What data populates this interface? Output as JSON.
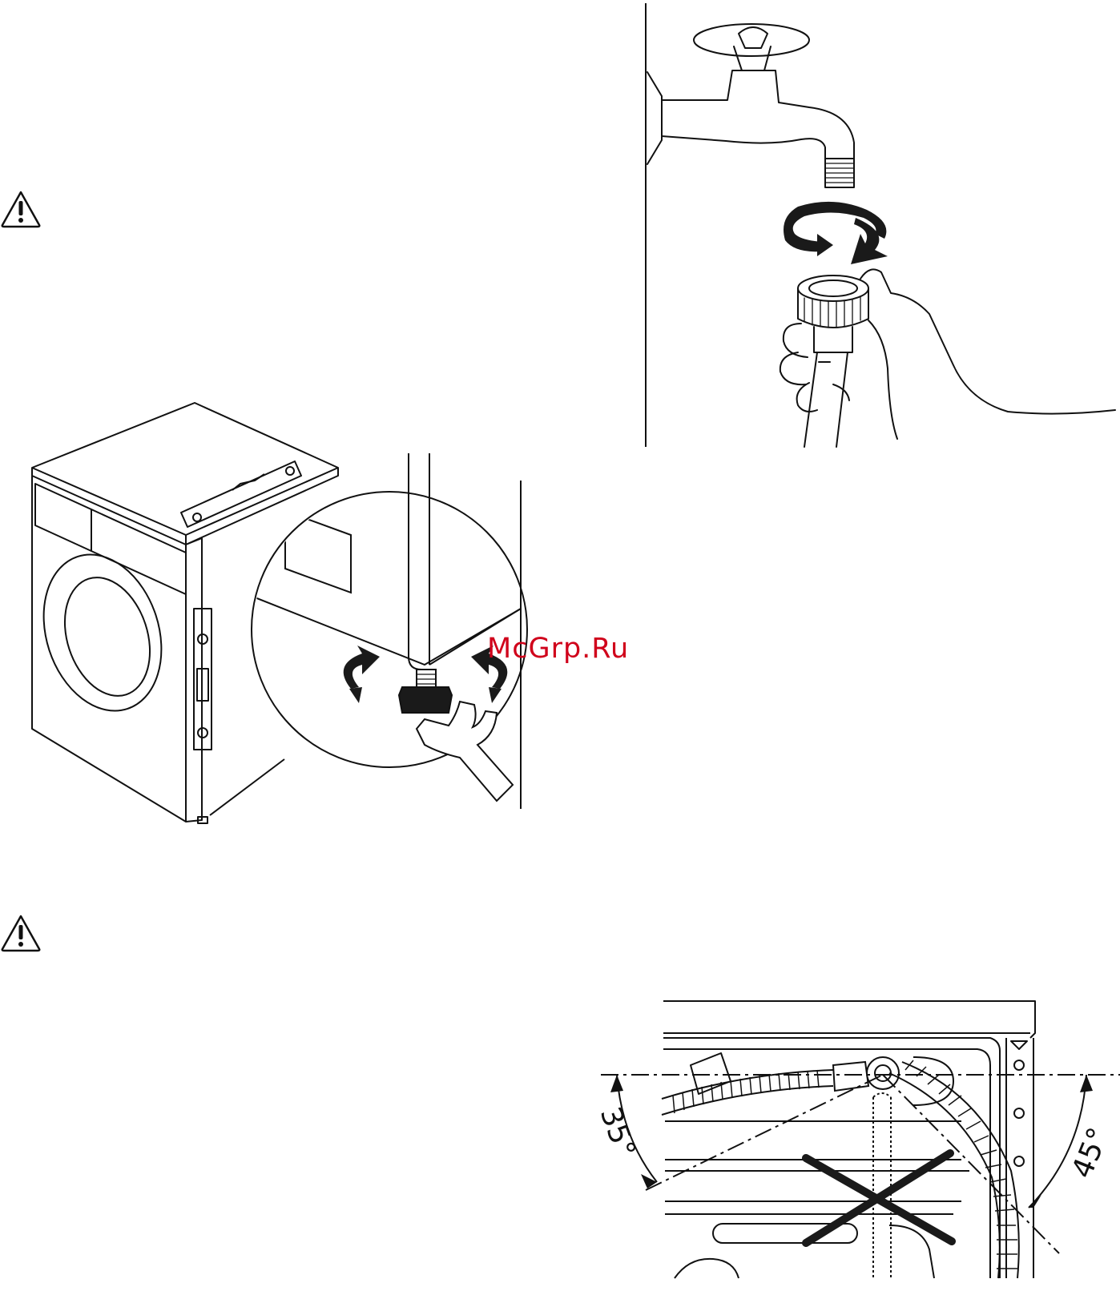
{
  "watermark": {
    "text": "McGrp.Ru"
  },
  "icons": {
    "warning_1": "warning-triangle-icon",
    "warning_2": "warning-triangle-icon"
  },
  "figures": {
    "leveling": {
      "description_icon": "washing-machine-leveling"
    },
    "tap": {
      "description_icon": "tap-hose-connection"
    },
    "hose_angle": {
      "left_angle_label": "35°",
      "right_angle_label": "45°"
    }
  },
  "colors": {
    "ink": "#111111",
    "watermark": "#d0021b",
    "fill_dark": "#1a1a1a"
  }
}
